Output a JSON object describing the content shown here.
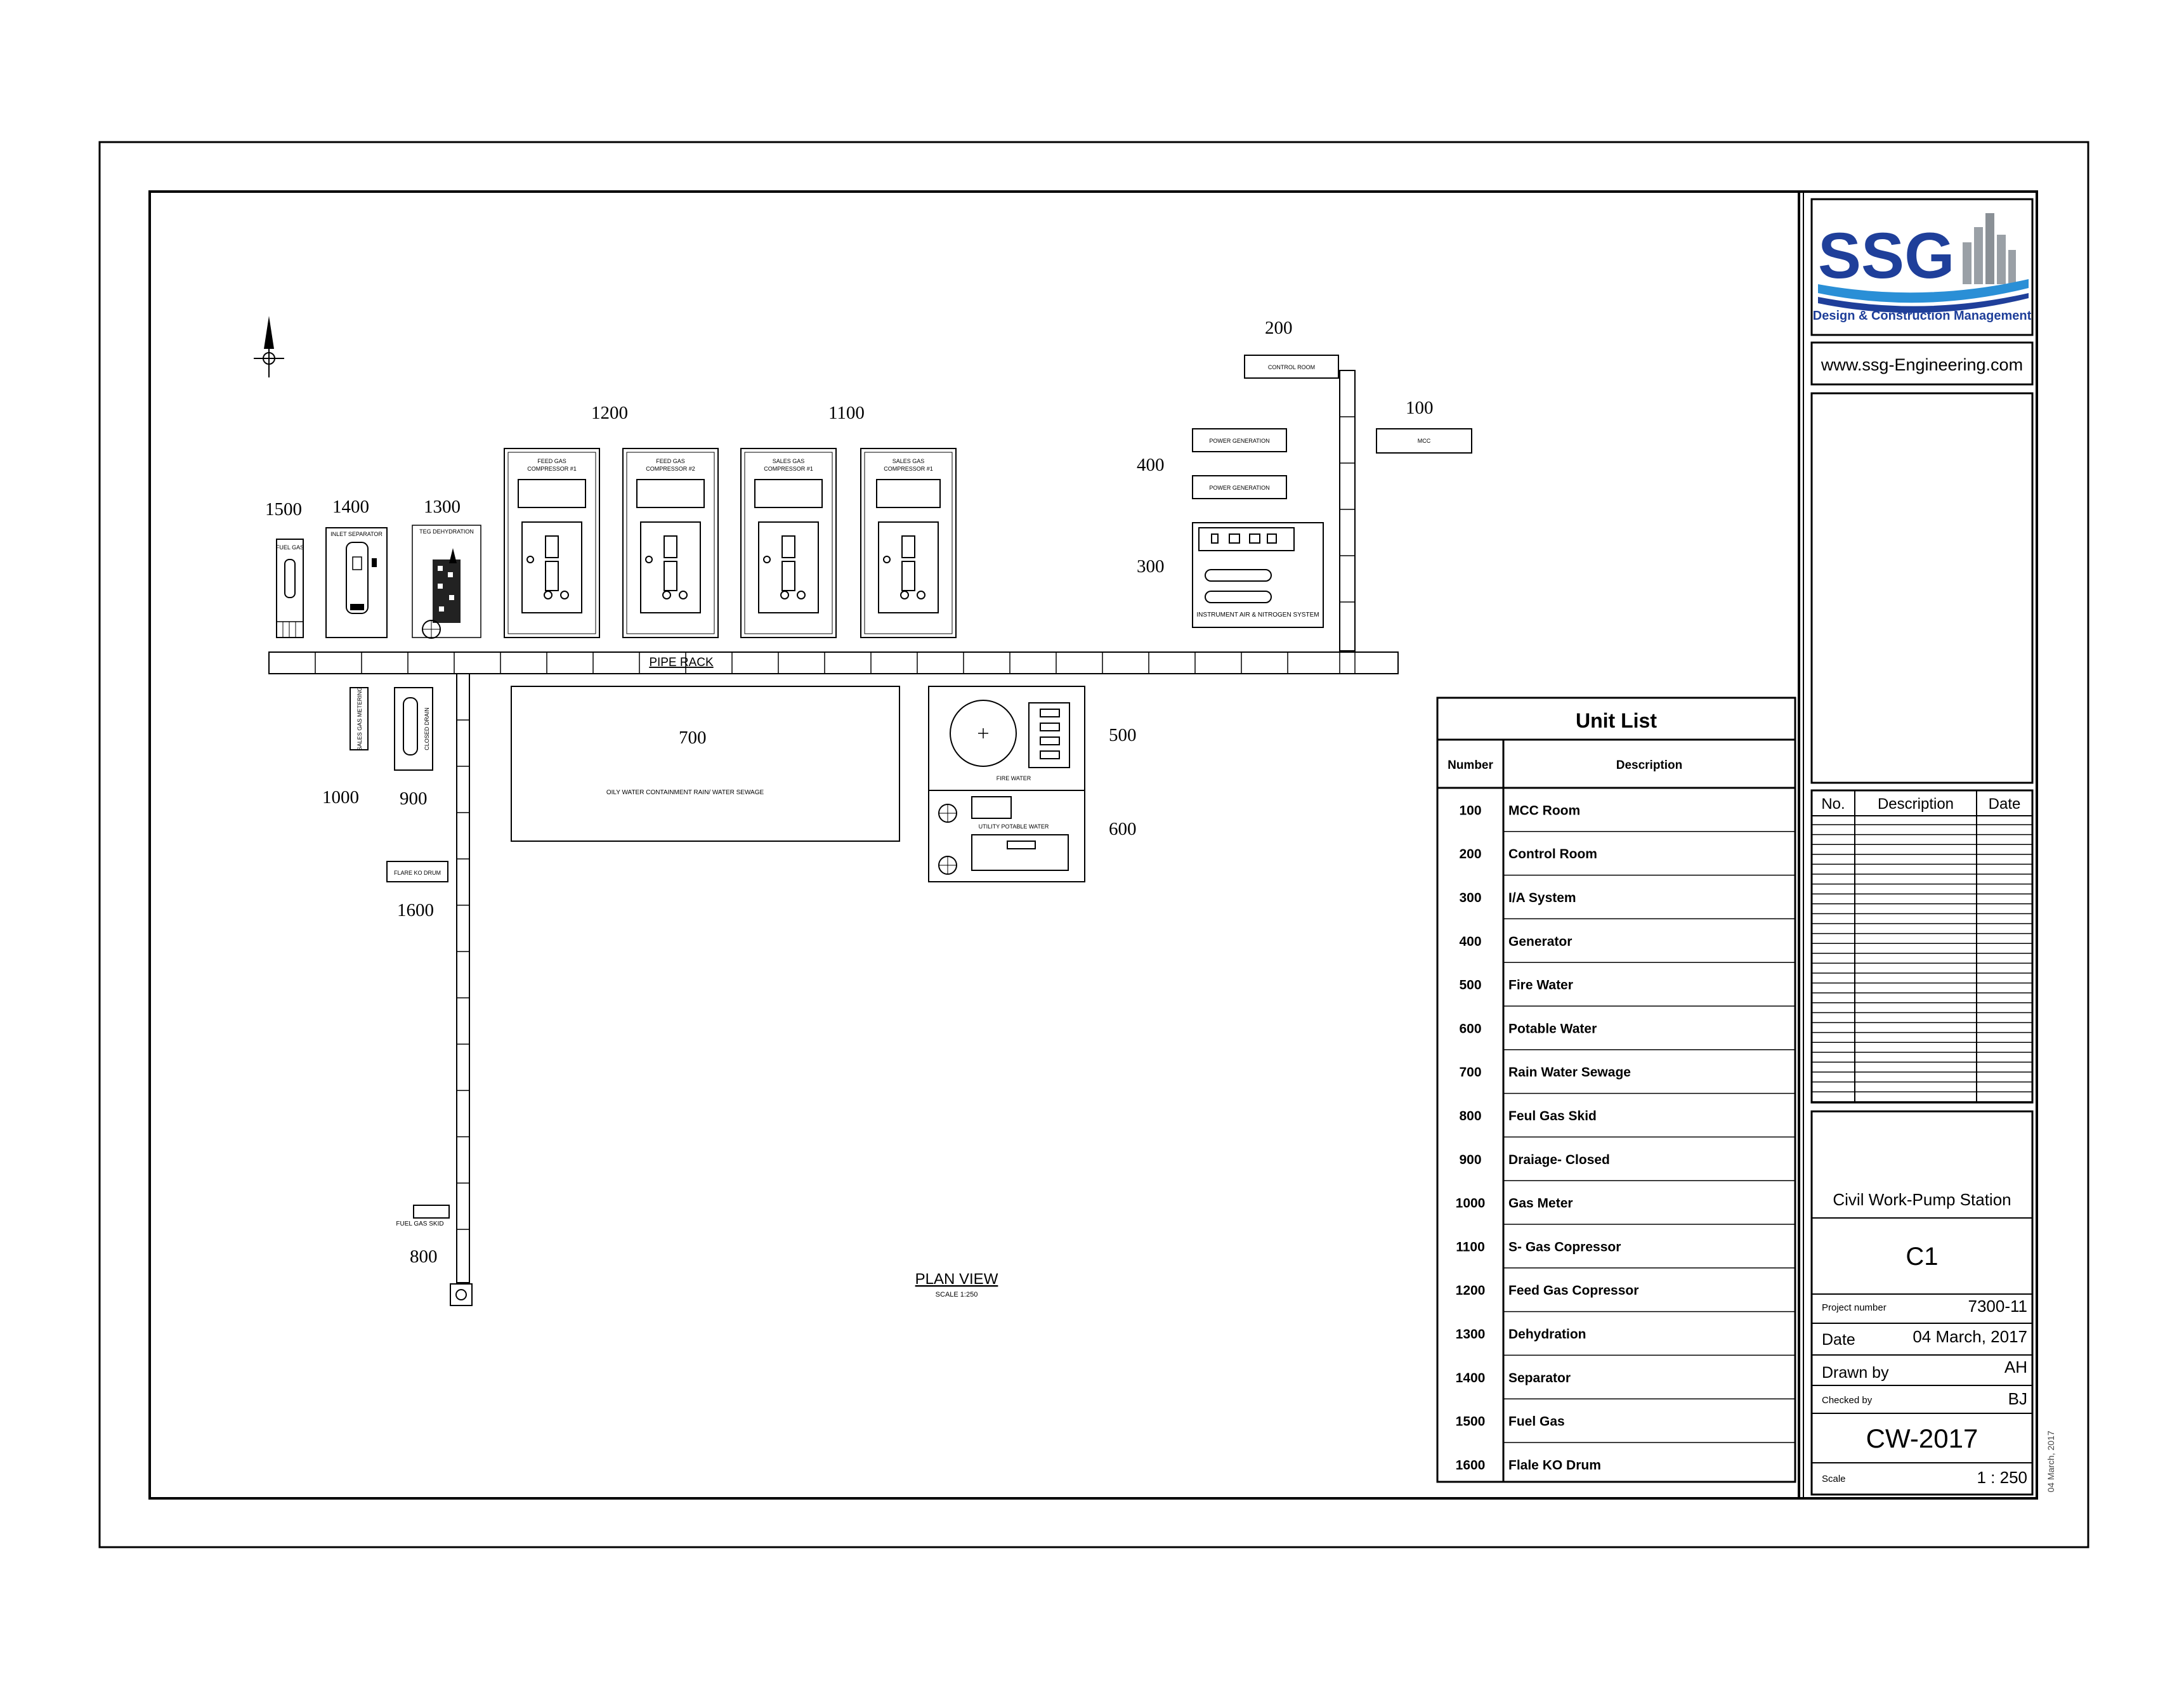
{
  "plan": {
    "north_symbol": "north-arrow-icon",
    "pipe_rack_label": "PIPE RACK",
    "plan_view_title": "PLAN VIEW",
    "plan_view_scale": "SCALE 1:250"
  },
  "areas": {
    "n1500": "1500",
    "n1400": "1400",
    "n1300": "1300",
    "n1200": "1200",
    "n1100": "1100",
    "n200": "200",
    "n100": "100",
    "n400": "400",
    "n300": "300",
    "n700": "700",
    "n500": "500",
    "n600": "600",
    "n1000": "1000",
    "n900": "900",
    "n1600": "1600",
    "n800": "800"
  },
  "equipment": {
    "fuel_gas": "FUEL GAS",
    "inlet_separator": "INLET SEPARATOR",
    "teg_dehydration": "TEG DEHYDRATION",
    "feed_gas_comp_1a": "FEED GAS",
    "feed_gas_comp_1b": "COMPRESSOR #1",
    "feed_gas_comp_2a": "FEED GAS",
    "feed_gas_comp_2b": "COMPRESSOR #2",
    "sales_gas_comp_1a": "SALES GAS",
    "sales_gas_comp_1b": "COMPRESSOR #1",
    "sales_gas_comp_2a": "SALES GAS",
    "sales_gas_comp_2b": "COMPRESSOR #1",
    "control_room": "CONTROL ROOM",
    "mcc": "MCC",
    "power_gen_1": "POWER GENERATION",
    "power_gen_2": "POWER GENERATION",
    "instrument_air": "INSTRUMENT AIR & NITROGEN SYSTEM",
    "sales_gas_metering": "SALES GAS METERING",
    "closed_drain": "CLOSED DRAIN",
    "oily_water": "OILY WATER CONTAINMENT RAIN/ WATER SEWAGE",
    "fire_water": "FIRE WATER",
    "utility_potable_water": "UTILITY POTABLE WATER",
    "flare_ko_drum": "FLARE KO DRUM",
    "fuel_gas_skid": "FUEL GAS SKID"
  },
  "unit_list": {
    "title": "Unit List",
    "col_number": "Number",
    "col_description": "Description",
    "rows": [
      {
        "number": "100",
        "description": "MCC Room"
      },
      {
        "number": "200",
        "description": "Control Room"
      },
      {
        "number": "300",
        "description": "I/A System"
      },
      {
        "number": "400",
        "description": "Generator"
      },
      {
        "number": "500",
        "description": "Fire Water"
      },
      {
        "number": "600",
        "description": "Potable Water"
      },
      {
        "number": "700",
        "description": "Rain Water Sewage"
      },
      {
        "number": "800",
        "description": "Feul Gas Skid"
      },
      {
        "number": "900",
        "description": "Draiage- Closed"
      },
      {
        "number": "1000",
        "description": "Gas Meter"
      },
      {
        "number": "1100",
        "description": "S- Gas Copressor"
      },
      {
        "number": "1200",
        "description": "Feed Gas Copressor"
      },
      {
        "number": "1300",
        "description": "Dehydration"
      },
      {
        "number": "1400",
        "description": "Separator"
      },
      {
        "number": "1500",
        "description": "Fuel Gas"
      },
      {
        "number": "1600",
        "description": "Flale KO Drum"
      }
    ]
  },
  "title_block": {
    "logo_text": "SSG",
    "tagline": "Design & Construction Management",
    "website": "www.ssg-Engineering.com",
    "revisions": {
      "col_no": "No.",
      "col_description": "Description",
      "col_date": "Date"
    },
    "project_title": "Civil Work-Pump Station",
    "sheet": "C1",
    "project_number_label": "Project number",
    "project_number": "7300-11",
    "date_label": "Date",
    "date": "04 March, 2017",
    "drawn_by_label": "Drawn by",
    "drawn_by": "AH",
    "checked_by_label": "Checked by",
    "checked_by": "BJ",
    "drawing_number": "CW-2017",
    "scale_label": "Scale",
    "scale": "1 : 250",
    "print_date": "04 March, 2017"
  },
  "colors": {
    "logo_blue": "#1f3f9a",
    "logo_wave": "#2a8fd6",
    "logo_gray": "#9aa0a6",
    "line": "#000000"
  }
}
